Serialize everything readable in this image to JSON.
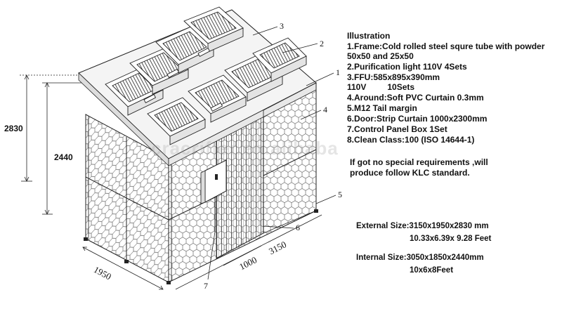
{
  "illustration": {
    "title": "Illustration",
    "lines": [
      "1.Frame:Cold rolled steel squre tube with powder",
      "50x50 and 25x50",
      "2.Purification light  110V  4Sets",
      "3.FFU:585x895x390mm",
      "110V         10Sets",
      "4.Around:Soft PVC Curtain 0.3mm",
      "5.M12 Tail margin",
      "6.Door:Strip Curtain 1000x2300mm",
      "7.Control Panel Box  1Set",
      "8.Clean Class:100 (ISO 14644-1)"
    ],
    "note_lines": [
      "If got no special requirements ,will",
      "produce follow KLC standard."
    ]
  },
  "sizes": {
    "external_label": "External Size:",
    "external_value": "3150x1950x2830 mm",
    "external_feet": "10.33x6.39x 9.28 Feet",
    "internal_label": "Internal Size:",
    "internal_value": "3050x1850x2440mm",
    "internal_feet": "10x6x8Feet"
  },
  "dimensions": {
    "total_height": "2830",
    "inner_height": "2440",
    "depth": "1950",
    "width": "3150",
    "door": "1000"
  },
  "callouts": [
    "1",
    "2",
    "3",
    "4",
    "5",
    "6",
    "7"
  ],
  "watermark": "cracrifter.en.alibaba"
}
